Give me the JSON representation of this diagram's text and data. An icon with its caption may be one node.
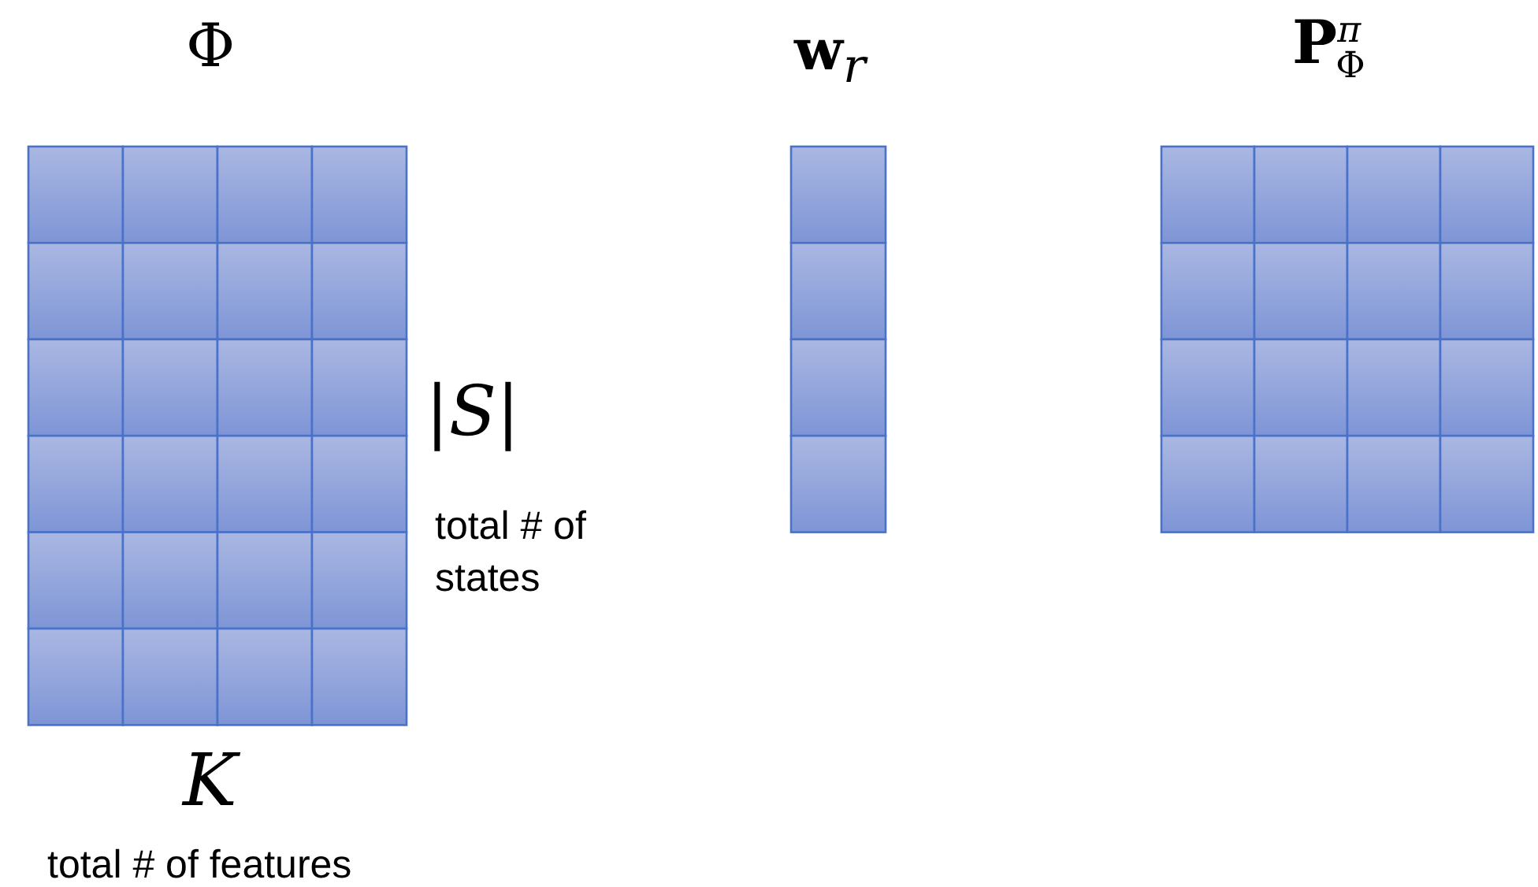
{
  "diagram": {
    "labels": [
      "Φ",
      "**w**$_{r}$",
      "**P**$^{π}$$_{Φ}$",
      "|*S*|",
      "total # of states",
      "*K*",
      "total # of features"
    ]
  }
}
